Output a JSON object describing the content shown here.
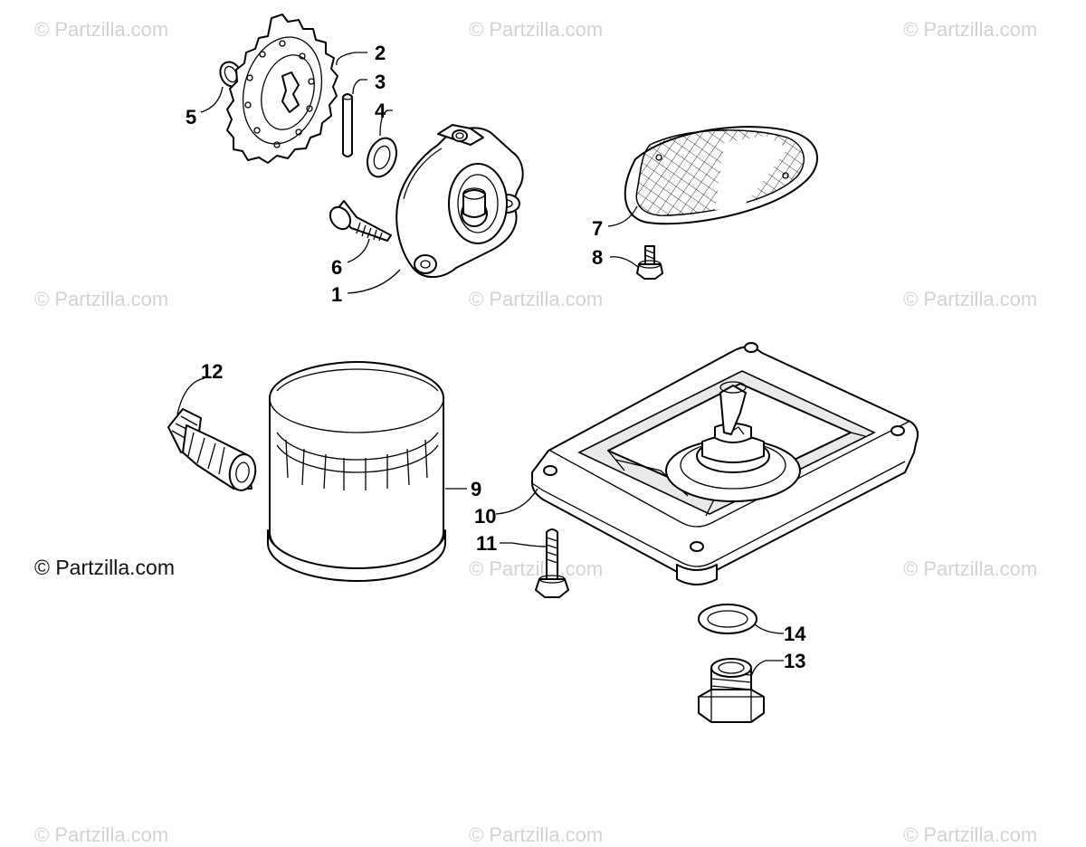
{
  "watermark": {
    "text": "© Partzilla.com"
  },
  "copyright": "© Partzilla.com",
  "callouts": {
    "c1": "1",
    "c2": "2",
    "c3": "3",
    "c4": "4",
    "c5": "5",
    "c6": "6",
    "c7": "7",
    "c8": "8",
    "c9": "9",
    "c10": "10",
    "c11": "11",
    "c12": "12",
    "c13": "13",
    "c14": "14"
  },
  "colors": {
    "line": "#000000",
    "watermark": "#d2d2d2",
    "background": "#ffffff"
  }
}
